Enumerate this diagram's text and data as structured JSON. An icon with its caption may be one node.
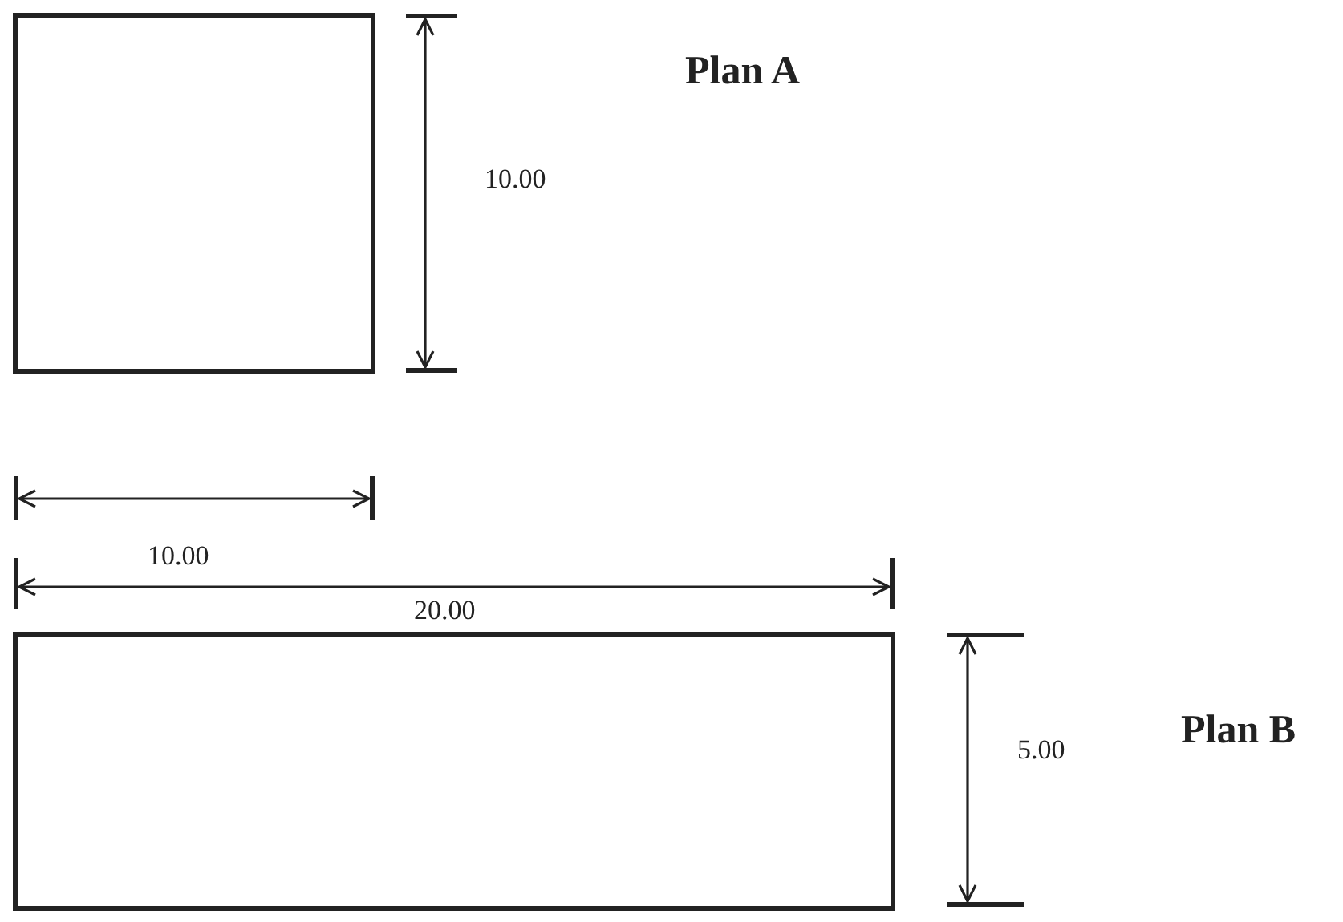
{
  "diagram": {
    "nodes": [
      {
        "text": [],
        "shape": "box"
      },
      {
        "text": [],
        "shape": "box"
      }
    ],
    "labels": [
      "Plan A",
      "10.00",
      "10.00",
      "20.00",
      "5.00",
      "Plan B"
    ]
  }
}
